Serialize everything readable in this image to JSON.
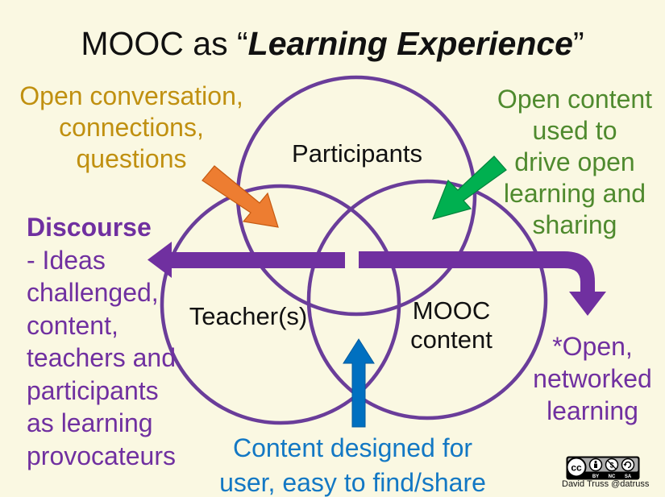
{
  "title": {
    "prefix": "MOOC as “",
    "emphasis": "Learning Experience",
    "suffix": "”"
  },
  "circles": {
    "participants": "Participants",
    "teachers": "Teacher(s)",
    "mooc_content": [
      "MOOC",
      "content"
    ]
  },
  "annotations": {
    "open_conversation": [
      "Open conversation,",
      "connections,",
      "questions"
    ],
    "open_content": [
      "Open content",
      "used to",
      "drive open",
      "learning and",
      "sharing"
    ],
    "discourse_head": "Discourse",
    "discourse_body": [
      "- Ideas",
      "challenged,",
      "content,",
      "teachers and",
      "participants",
      "as learning",
      "provocateurs"
    ],
    "open_networked": [
      "*Open,",
      "networked",
      "learning"
    ],
    "content_designed": [
      "Content designed for",
      "user, easy to find/share"
    ]
  },
  "license": {
    "badge": [
      "cc",
      "BY",
      "NC",
      "SA"
    ],
    "credit": "David Truss @datruss"
  },
  "colors": {
    "background": "#faf8e2",
    "circle_stroke": "#6a3d9a",
    "olive_text": "#c09010",
    "green_text": "#4f8a2e",
    "purple_text": "#7030a0",
    "blue_text": "#1378c4",
    "orange_arrow": "#ed7d31",
    "green_arrow": "#00b050",
    "purple_arrow": "#7030a0",
    "blue_arrow": "#0070c0"
  }
}
